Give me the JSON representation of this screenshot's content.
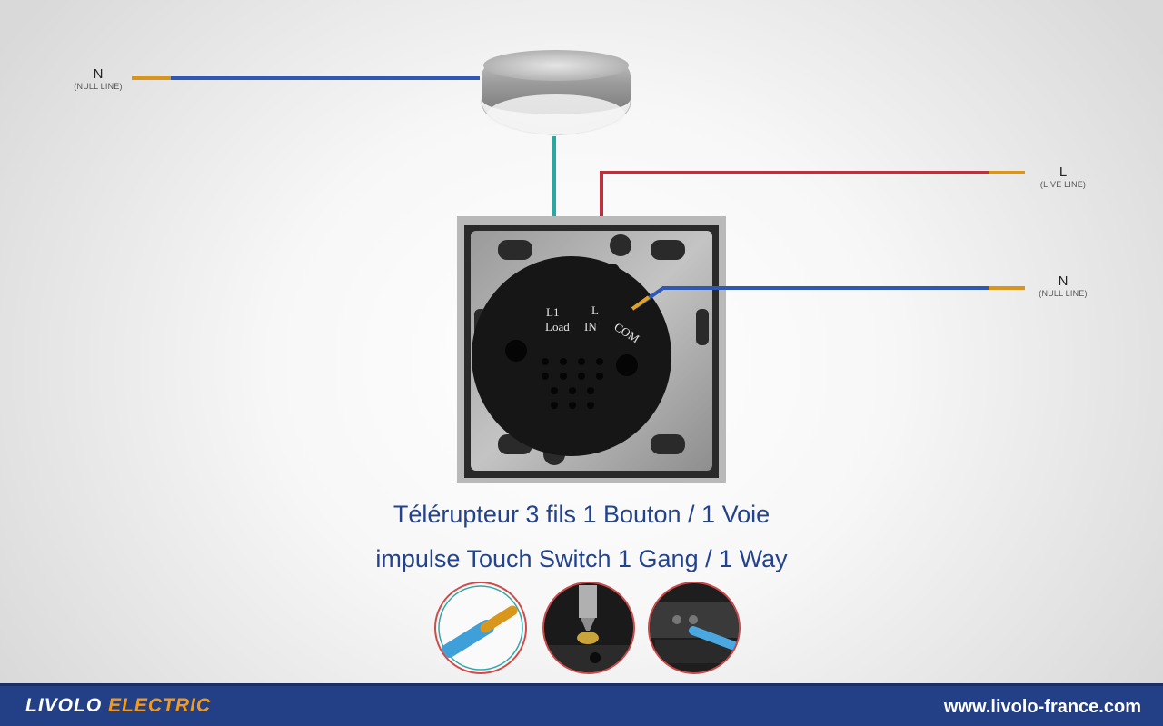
{
  "labels": {
    "neutral_left": {
      "letter": "N",
      "desc": "(NULL LINE)"
    },
    "live_right": {
      "letter": "L",
      "desc": "(LIVE LINE)"
    },
    "neutral_right": {
      "letter": "N",
      "desc": "(NULL LINE)"
    }
  },
  "terminals": {
    "l1": "L1",
    "load": "Load",
    "l": "L",
    "in": "IN",
    "com": "COM"
  },
  "captions": {
    "line1": "Télérupteur 3 fils 1 Bouton / 1 Voie",
    "line2": "impulse Touch Switch 1 Gang / 1 Way"
  },
  "footer": {
    "brand_part1": "LIVOLO",
    "brand_part2": "ELECTRIC",
    "website": "www.livolo-france.com"
  },
  "colors": {
    "neutral_wire": "#2f58b4",
    "live_wire": "#b8333e",
    "load_wire": "#2aa6a3",
    "caption": "#24438e",
    "footer_bg": "#233f86",
    "brand_accent": "#f29a1e"
  },
  "icons": [
    "ceiling-lamp-icon",
    "switch-back-module",
    "stripped-wire-icon",
    "screwdriver-terminal-icon",
    "wire-insert-icon"
  ]
}
